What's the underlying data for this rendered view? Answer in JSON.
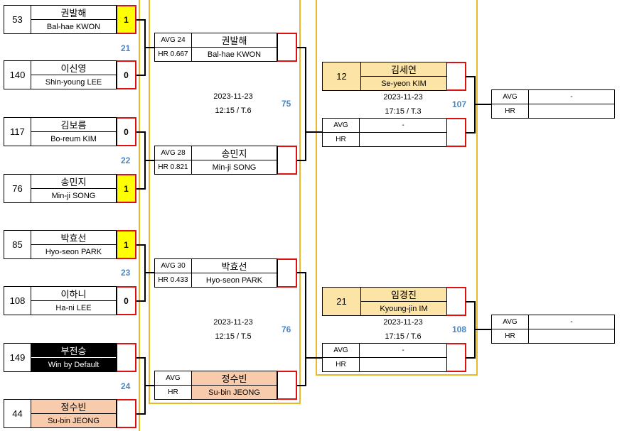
{
  "colors": {
    "frame": "#e8b92b",
    "win_highlight": "#ffff00",
    "match_number": "#4a86c5",
    "score_border": "#dd1111",
    "peach": "#f8cbad",
    "gold": "#fce4a6",
    "black": "#000000"
  },
  "round1": [
    {
      "seed": "53",
      "korean": "권발해",
      "english": "Bal-hae KWON",
      "score": "1",
      "winner": true
    },
    {
      "seed": "140",
      "korean": "이신영",
      "english": "Shin-young LEE",
      "score": "0",
      "winner": false
    },
    {
      "seed": "117",
      "korean": "김보름",
      "english": "Bo-reum KIM",
      "score": "0",
      "winner": false
    },
    {
      "seed": "76",
      "korean": "송민지",
      "english": "Min-ji SONG",
      "score": "1",
      "winner": true
    },
    {
      "seed": "85",
      "korean": "박효선",
      "english": "Hyo-seon PARK",
      "score": "1",
      "winner": true
    },
    {
      "seed": "108",
      "korean": "이하니",
      "english": "Ha-ni LEE",
      "score": "0",
      "winner": false
    },
    {
      "seed": "149",
      "korean": "부전승",
      "english": "Win by Default",
      "score": "",
      "winner": false
    },
    {
      "seed": "44",
      "korean": "정수빈",
      "english": "Su-bin JEONG",
      "score": "",
      "winner": false
    }
  ],
  "round1_match_numbers": [
    "21",
    "22",
    "23",
    "24"
  ],
  "round2": [
    {
      "avg": "AVG 24",
      "hr": "HR 0.667",
      "korean": "권발해",
      "english": "Bal-hae KWON"
    },
    {
      "avg": "AVG 28",
      "hr": "HR 0.821",
      "korean": "송민지",
      "english": "Min-ji SONG"
    },
    {
      "avg": "AVG 30",
      "hr": "HR 0.433",
      "korean": "박효선",
      "english": "Hyo-seon PARK"
    },
    {
      "avg": "AVG",
      "hr": "HR",
      "korean": "정수빈",
      "english": "Su-bin JEONG"
    }
  ],
  "round2_matches": [
    {
      "number": "75",
      "date": "2023-11-23",
      "time": "12:15 / T.6"
    },
    {
      "number": "76",
      "date": "2023-11-23",
      "time": "12:15 / T.5"
    }
  ],
  "round3": [
    {
      "seed": "12",
      "korean": "김세연",
      "english": "Se-yeon KIM",
      "date": "2023-11-23",
      "time": "17:15 / T.3",
      "number": "107",
      "avg_label": "AVG",
      "hr_label": "HR",
      "avg_value": "-"
    },
    {
      "seed": "21",
      "korean": "임경진",
      "english": "Kyoung-jin IM",
      "date": "2023-11-23",
      "time": "17:15 / T.6",
      "number": "108",
      "avg_label": "AVG",
      "hr_label": "HR",
      "avg_value": "-"
    }
  ],
  "round4": [
    {
      "avg_label": "AVG",
      "hr_label": "HR",
      "avg_value": "-"
    },
    {
      "avg_label": "AVG",
      "hr_label": "HR",
      "avg_value": "-"
    }
  ]
}
